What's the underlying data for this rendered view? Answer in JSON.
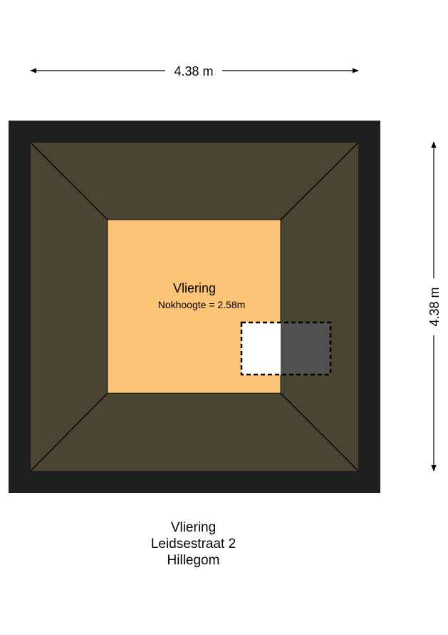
{
  "dimensions": {
    "top_width": "4.38 m",
    "right_height": "4.38 m"
  },
  "room": {
    "name": "Vliering",
    "ridge_height": "Nokhoogte = 2.58m"
  },
  "caption": {
    "line1": "Vliering",
    "line2": "Leidsestraat 2",
    "line3": "Hillegom"
  },
  "colors": {
    "wall": "#1f1f1f",
    "roof_slope": "#4c4433",
    "floor": "#fbc477",
    "hatch_open": "#ffffff",
    "hatch_closed": "#505050",
    "lines": "#000000"
  }
}
